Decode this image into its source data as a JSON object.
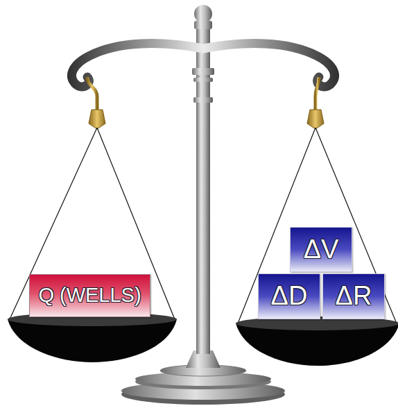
{
  "diagram": {
    "nodes": [
      {
        "text": [
          "Q (WELLS)"
        ]
      },
      {
        "text": [
          "ΔV"
        ]
      },
      {
        "text": [
          "ΔD"
        ]
      },
      {
        "text": [
          "ΔR"
        ]
      }
    ]
  }
}
